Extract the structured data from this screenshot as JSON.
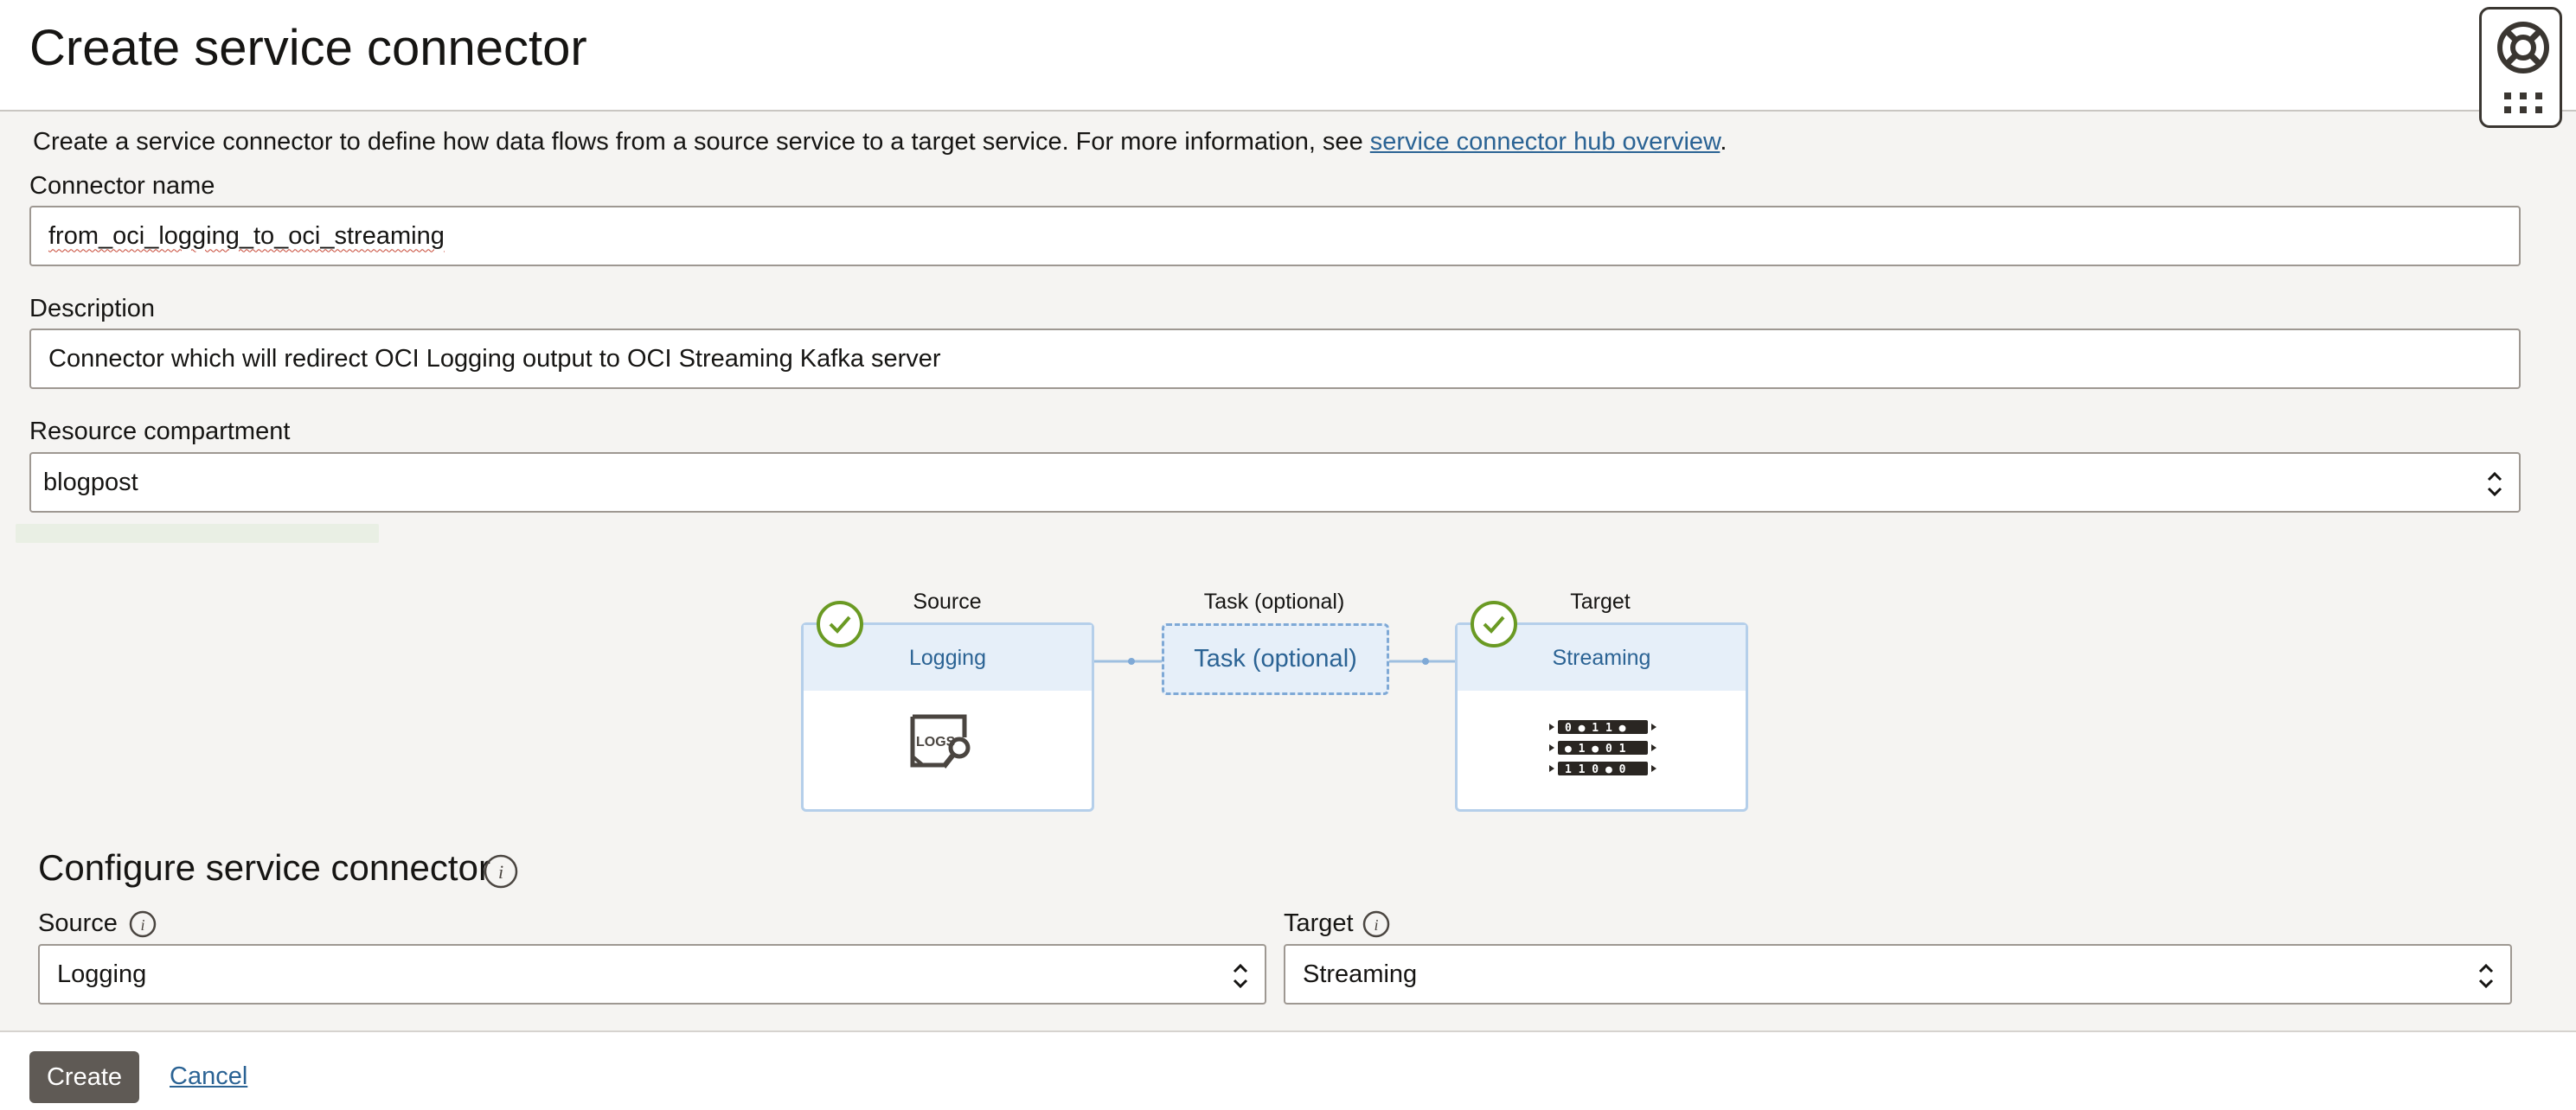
{
  "page": {
    "title": "Create service connector"
  },
  "intro": {
    "text": "Create a service connector to define how data flows from a source service to a target service. For more information, see ",
    "link": "service connector hub overview",
    "suffix": "."
  },
  "form": {
    "connector_name": {
      "label": "Connector name",
      "value": "from_oci_logging_to_oci_streaming"
    },
    "description": {
      "label": "Description",
      "value": "Connector which will redirect OCI Logging output to OCI Streaming Kafka server"
    },
    "compartment": {
      "label": "Resource compartment",
      "value": "blogpost"
    }
  },
  "diagram": {
    "source": {
      "heading": "Source",
      "name": "Logging",
      "icon_text": "LOGS",
      "icon": "logs-search-icon"
    },
    "task": {
      "heading": "Task (optional)",
      "name": "Task (optional)"
    },
    "target": {
      "heading": "Target",
      "name": "Streaming",
      "icon": "stream-data-icon",
      "rows": [
        "0 ● 1 1 ●",
        "● 1 ● 0 1",
        "1 1 0 ● 0"
      ]
    }
  },
  "configure": {
    "title": "Configure service connector",
    "source": {
      "label": "Source",
      "value": "Logging"
    },
    "target": {
      "label": "Target",
      "value": "Streaming"
    }
  },
  "footer": {
    "create": "Create",
    "cancel": "Cancel"
  },
  "colors": {
    "link": "#2b6394",
    "check_green": "#6a9a23",
    "node_border": "#b5cfea",
    "primary_button": "#5f5a55"
  }
}
